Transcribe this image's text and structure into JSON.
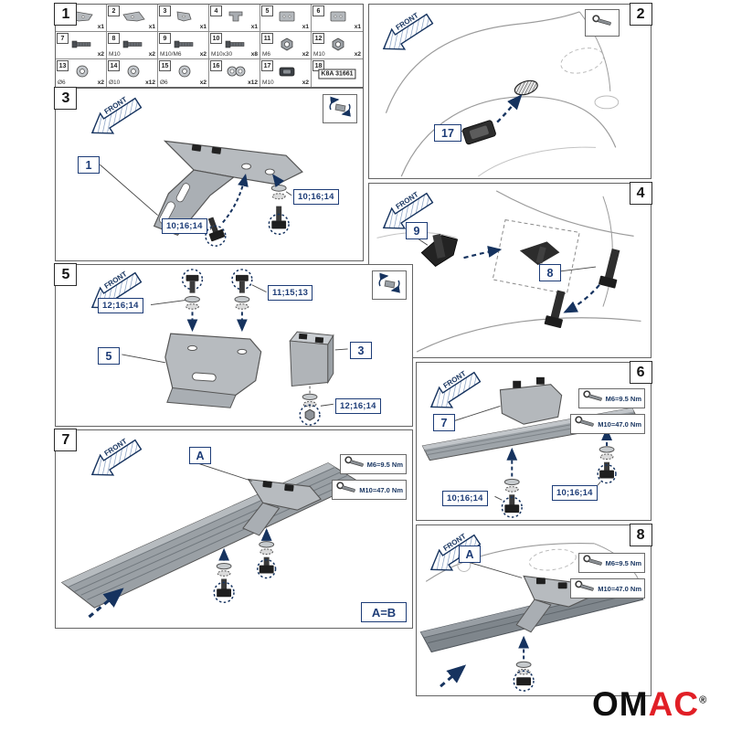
{
  "labels": {
    "front": "FRONT"
  },
  "torque": {
    "m6": "M6=9.5 Nm",
    "m10": "M10=47.0 Nm"
  },
  "logo": {
    "om": "OM",
    "ac": "AC",
    "reg": "®"
  },
  "parts_panel": {
    "number": "1",
    "items": [
      {
        "id": "1",
        "size": "",
        "qty": "x1",
        "icon": "bracket-a"
      },
      {
        "id": "2",
        "size": "",
        "qty": "x1",
        "icon": "bracket-b"
      },
      {
        "id": "3",
        "size": "",
        "qty": "x1",
        "icon": "bracket-c"
      },
      {
        "id": "4",
        "size": "",
        "qty": "x1",
        "icon": "clamp"
      },
      {
        "id": "5",
        "size": "",
        "qty": "x1",
        "icon": "plate"
      },
      {
        "id": "6",
        "size": "",
        "qty": "x1",
        "icon": "plate"
      },
      {
        "id": "7",
        "size": "",
        "qty": "x2",
        "icon": "bolt"
      },
      {
        "id": "8",
        "size": "M10",
        "qty": "x2",
        "icon": "bolt"
      },
      {
        "id": "9",
        "size": "M10/M6",
        "qty": "x2",
        "icon": "bolt"
      },
      {
        "id": "10",
        "size": "M10x30",
        "qty": "x8",
        "icon": "bolt"
      },
      {
        "id": "11",
        "size": "M6",
        "qty": "x2",
        "icon": "nut"
      },
      {
        "id": "12",
        "size": "M10",
        "qty": "x2",
        "icon": "nut"
      },
      {
        "id": "13",
        "size": "Ø6",
        "qty": "x2",
        "icon": "washer"
      },
      {
        "id": "14",
        "size": "Ø10",
        "qty": "x12",
        "icon": "washer"
      },
      {
        "id": "15",
        "size": "Ø6",
        "qty": "x2",
        "icon": "washer"
      },
      {
        "id": "16",
        "size": "",
        "qty": "x12",
        "icon": "washer2"
      },
      {
        "id": "17",
        "size": "M10",
        "qty": "x2",
        "icon": "clip"
      },
      {
        "id": "18",
        "size": "",
        "qty": "",
        "icon": "label",
        "label": "K8A 31661"
      }
    ]
  },
  "steps": {
    "s2": {
      "number": "2",
      "callout_17": "17"
    },
    "s3": {
      "number": "3",
      "callout_1": "1",
      "hw_a": "10;16;14",
      "hw_b": "10;16;14"
    },
    "s4": {
      "number": "4",
      "callout_9": "9",
      "callout_8": "8"
    },
    "s5": {
      "number": "5",
      "hw_top": "12;16;14",
      "hw_mid": "11;15;13",
      "callout_5": "5",
      "callout_3": "3",
      "hw_bottom": "12;16;14"
    },
    "s6": {
      "number": "6",
      "callout_7": "7",
      "hw_left": "10;16;14",
      "hw_right": "10;16;14"
    },
    "s7": {
      "number": "7",
      "callout_a": "A",
      "note": "A=B"
    },
    "s8": {
      "number": "8",
      "callout_a": "A"
    }
  }
}
